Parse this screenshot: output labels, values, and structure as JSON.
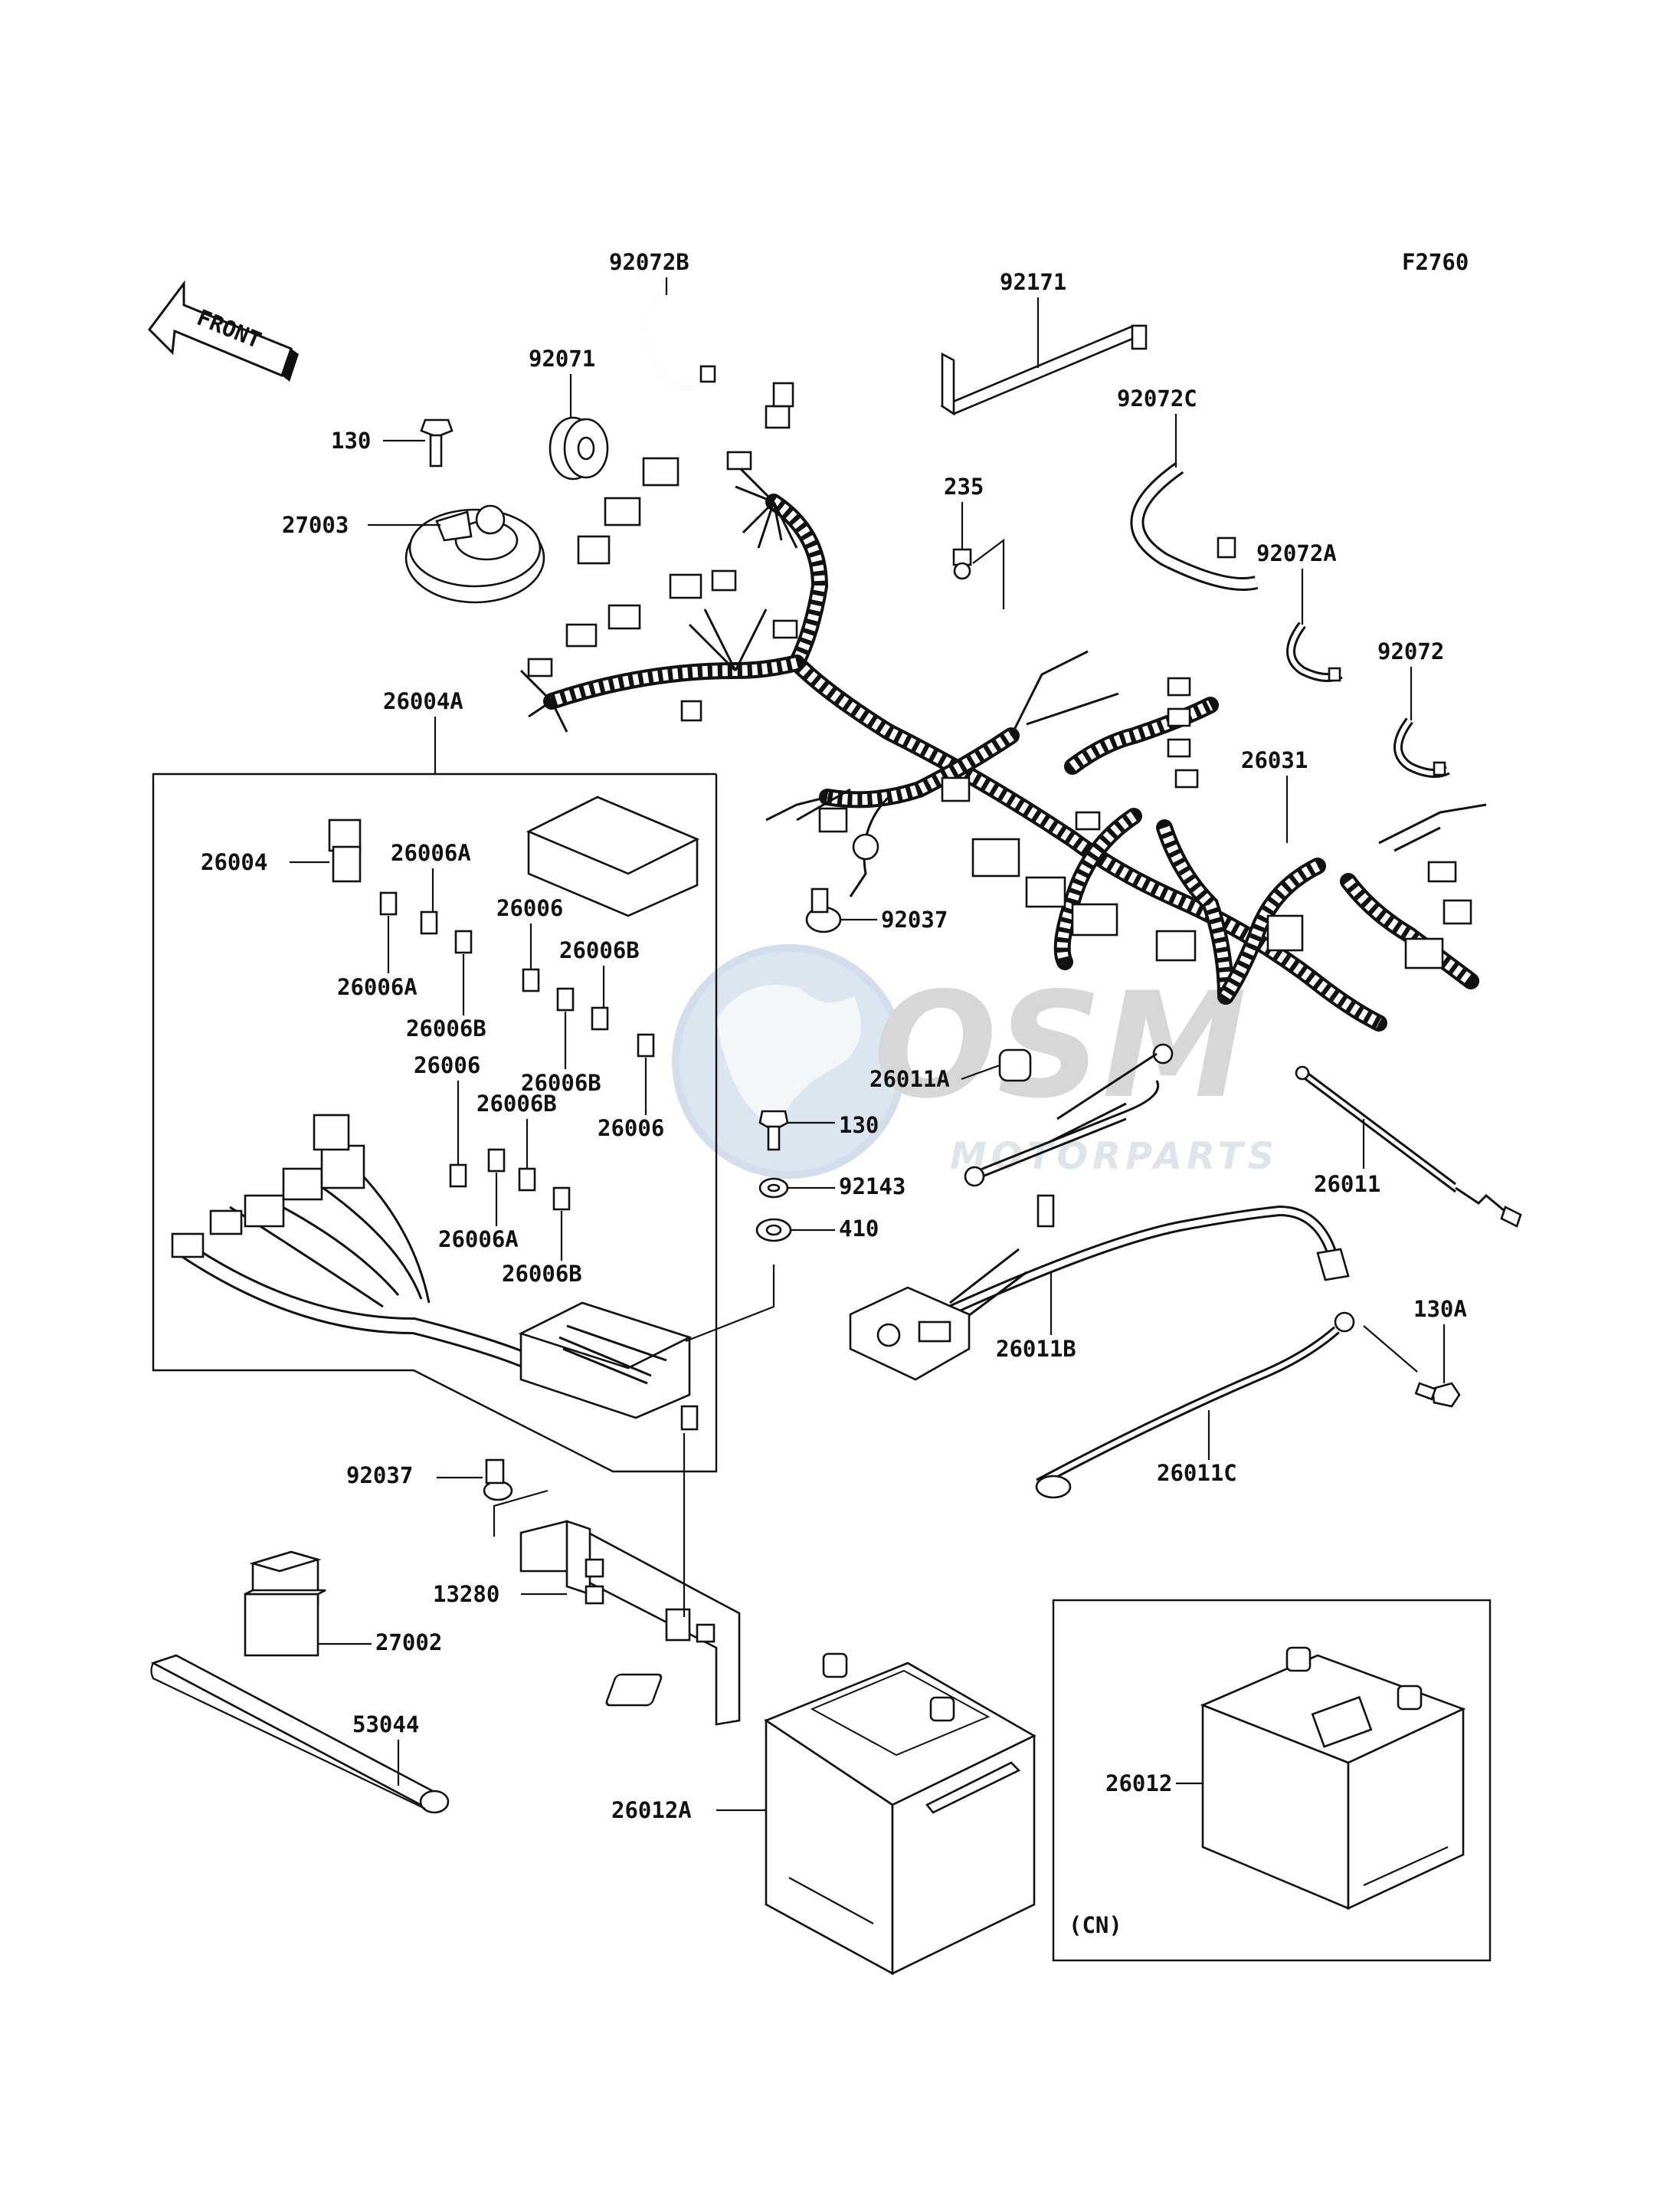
{
  "diagram": {
    "code": "F2760",
    "front_label": "FRONT",
    "watermark": {
      "main": "OSM",
      "sub": "MOTORPARTS"
    },
    "region_label": "(CN)",
    "part_labels": {
      "p92072B": "92072B",
      "p92071": "92071",
      "p92171": "92171",
      "p92072C": "92072C",
      "p235": "235",
      "p92072A": "92072A",
      "p92072": "92072",
      "p130_top": "130",
      "p27003": "27003",
      "p26004A": "26004A",
      "p26031": "26031",
      "p26004": "26004",
      "p26006A_1": "26006A",
      "p26006_1": "26006",
      "p26006B_1": "26006B",
      "p26006A_2": "26006A",
      "p26006B_2": "26006B",
      "p26006B_3": "26006B",
      "p26006_2": "26006",
      "p26006B_4": "26006B",
      "p26006_3": "26006",
      "p26006A_3": "26006A",
      "p26006B_5": "26006B",
      "p92037_1": "92037",
      "p26011A": "26011A",
      "p130_mid": "130",
      "p92143": "92143",
      "p410": "410",
      "p26011": "26011",
      "p26011B": "26011B",
      "p130A": "130A",
      "p26011C": "26011C",
      "p92037_2": "92037",
      "p13280": "13280",
      "p27002": "27002",
      "p53044": "53044",
      "p26012A": "26012A",
      "p26012": "26012"
    }
  }
}
